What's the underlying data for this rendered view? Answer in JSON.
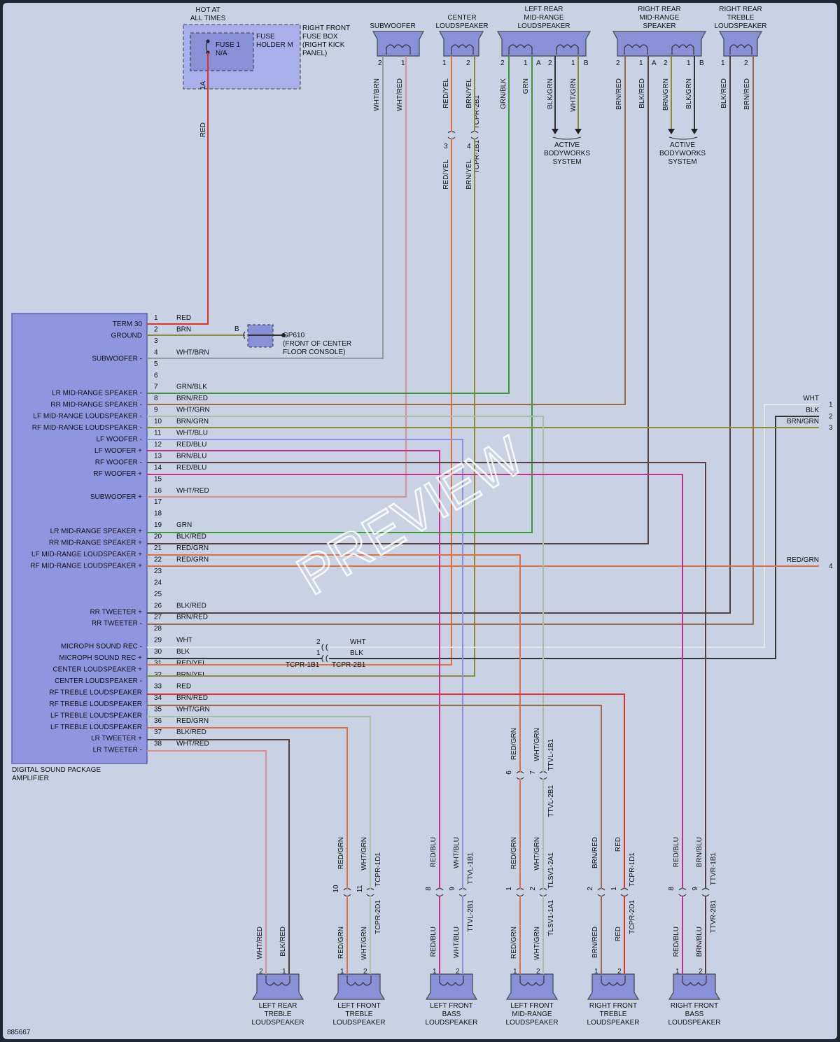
{
  "diagram_id": "885667",
  "watermark": "PREVIEW",
  "power": {
    "hot_at_all_times": [
      "HOT AT",
      "ALL TIMES"
    ],
    "fuse": [
      "FUSE 1",
      "N/A"
    ],
    "fuse_holder": [
      "FUSE",
      "HOLDER M"
    ],
    "fuse_box": [
      "RIGHT FRONT",
      "FUSE BOX",
      "(RIGHT KICK",
      "PANEL)"
    ],
    "fuse_pin": "1A",
    "wire": "RED"
  },
  "ground": {
    "pin": "B",
    "name": [
      "GP610",
      "(FRONT OF CENTER",
      "FLOOR CONSOLE)"
    ]
  },
  "amplifier": {
    "name": [
      "DIGITAL SOUND PACKAGE",
      "AMPLIFIER"
    ],
    "pins": [
      {
        "n": "1",
        "func": "TERM 30",
        "wire": "RED"
      },
      {
        "n": "2",
        "func": "GROUND",
        "wire": "BRN"
      },
      {
        "n": "3",
        "func": "",
        "wire": ""
      },
      {
        "n": "4",
        "func": "SUBWOOFER -",
        "wire": "WHT/BRN"
      },
      {
        "n": "5",
        "func": "",
        "wire": ""
      },
      {
        "n": "6",
        "func": "",
        "wire": ""
      },
      {
        "n": "7",
        "func": "LR MID-RANGE SPEAKER -",
        "wire": "GRN/BLK"
      },
      {
        "n": "8",
        "func": "RR MID-RANGE SPEAKER -",
        "wire": "BRN/RED"
      },
      {
        "n": "9",
        "func": "LF MID-RANGE LOUDSPEAKER -",
        "wire": "WHT/GRN"
      },
      {
        "n": "10",
        "func": "RF MID-RANGE LOUDSPEAKER -",
        "wire": "BRN/GRN"
      },
      {
        "n": "11",
        "func": "LF WOOFER -",
        "wire": "WHT/BLU"
      },
      {
        "n": "12",
        "func": "LF WOOFER +",
        "wire": "RED/BLU"
      },
      {
        "n": "13",
        "func": "RF WOOFER -",
        "wire": "BRN/BLU"
      },
      {
        "n": "14",
        "func": "RF WOOFER +",
        "wire": "RED/BLU"
      },
      {
        "n": "15",
        "func": "",
        "wire": ""
      },
      {
        "n": "16",
        "func": "SUBWOOFER +",
        "wire": "WHT/RED"
      },
      {
        "n": "17",
        "func": "",
        "wire": ""
      },
      {
        "n": "18",
        "func": "",
        "wire": ""
      },
      {
        "n": "19",
        "func": "LR MID-RANGE SPEAKER +",
        "wire": "GRN"
      },
      {
        "n": "20",
        "func": "RR MID-RANGE SPEAKER +",
        "wire": "BLK/RED"
      },
      {
        "n": "21",
        "func": "LF MID-RANGE LOUDSPEAKER +",
        "wire": "RED/GRN"
      },
      {
        "n": "22",
        "func": "RF MID-RANGE LOUDSPEAKER +",
        "wire": "RED/GRN"
      },
      {
        "n": "23",
        "func": "",
        "wire": ""
      },
      {
        "n": "24",
        "func": "",
        "wire": ""
      },
      {
        "n": "25",
        "func": "",
        "wire": ""
      },
      {
        "n": "26",
        "func": "RR TWEETER +",
        "wire": "BLK/RED"
      },
      {
        "n": "27",
        "func": "RR TWEETER -",
        "wire": "BRN/RED"
      },
      {
        "n": "28",
        "func": "",
        "wire": ""
      },
      {
        "n": "29",
        "func": "MICROPH SOUND REC -",
        "wire": "WHT"
      },
      {
        "n": "30",
        "func": "MICROPH SOUND REC +",
        "wire": "BLK"
      },
      {
        "n": "31",
        "func": "CENTER LOUDSPEAKER +",
        "wire": "RED/YEL"
      },
      {
        "n": "32",
        "func": "CENTER LOUDSPEAKER -",
        "wire": "BRN/YEL"
      },
      {
        "n": "33",
        "func": "RF TREBLE LOUDSPEAKER",
        "wire": "RED"
      },
      {
        "n": "34",
        "func": "RF TREBLE LOUDSPEAKER",
        "wire": "BRN/RED"
      },
      {
        "n": "35",
        "func": "LF TREBLE LOUDSPEAKER",
        "wire": "WHT/GRN"
      },
      {
        "n": "36",
        "func": "LF TREBLE LOUDSPEAKER",
        "wire": "RED/GRN"
      },
      {
        "n": "37",
        "func": "LR TWEETER +",
        "wire": "BLK/RED"
      },
      {
        "n": "38",
        "func": "LR TWEETER -",
        "wire": "WHT/RED"
      }
    ]
  },
  "microphone": {
    "connector_pins": [
      "2",
      "1"
    ],
    "wires": [
      "WHT",
      "BLK"
    ],
    "connectors": [
      "TCPR-1B1",
      "TCPR-2B1"
    ],
    "right_wires": [
      "WHT",
      "BLK",
      "BRN/GRN",
      "RED/GRN"
    ],
    "right_pins": [
      "1",
      "2",
      "3",
      "4"
    ]
  },
  "top_speakers": [
    {
      "name": [
        "SUBWOOFER"
      ],
      "pins": [
        "2",
        "1"
      ],
      "wires": [
        "WHT/BRN",
        "WHT/RED"
      ]
    },
    {
      "name": [
        "CENTER",
        "LOUDSPEAKER"
      ],
      "pins": [
        "1",
        "2"
      ],
      "wires": [
        "RED/YEL",
        "BRN/YEL"
      ],
      "conn": [
        "TCPR-2B1",
        "TCPR-1B1"
      ],
      "conn_pins": [
        "3",
        "4"
      ],
      "wires_below": [
        "RED/YEL",
        "BRN/YEL"
      ]
    },
    {
      "name": [
        "LEFT REAR",
        "MID-RANGE",
        "LOUDSPEAKER"
      ],
      "pins": [
        "2",
        "1",
        "A",
        "2",
        "1",
        "B"
      ],
      "wires": [
        "GRN/BLK",
        "GRN",
        "BLK/GRN",
        "WHT/GRN"
      ],
      "dest": [
        "ACTIVE",
        "BODYWORKS",
        "SYSTEM"
      ]
    },
    {
      "name": [
        "RIGHT REAR",
        "MID-RANGE",
        "SPEAKER"
      ],
      "pins": [
        "2",
        "1",
        "A",
        "2",
        "1",
        "B"
      ],
      "wires": [
        "BRN/RED",
        "BLK/RED",
        "BRN/GRN",
        "BLK/GRN"
      ],
      "dest": [
        "ACTIVE",
        "BODYWORKS",
        "SYSTEM"
      ]
    },
    {
      "name": [
        "RIGHT REAR",
        "TREBLE",
        "LOUDSPEAKER"
      ],
      "pins": [
        "1",
        "2"
      ],
      "wires": [
        "BLK/RED",
        "BRN/RED"
      ]
    }
  ],
  "bottom_speakers": [
    {
      "name": [
        "LEFT REAR",
        "TREBLE",
        "LOUDSPEAKER"
      ],
      "pins": [
        "2",
        "1"
      ],
      "wires": [
        "WHT/RED",
        "BLK/RED"
      ]
    },
    {
      "name": [
        "LEFT FRONT",
        "TREBLE",
        "LOUDSPEAKER"
      ],
      "pins": [
        "1",
        "2"
      ],
      "wires_above": [
        "RED/GRN",
        "WHT/GRN"
      ],
      "conn_pins": [
        "10",
        "11"
      ],
      "conn": [
        "TCPR-1D1",
        "TCPR-2D1"
      ],
      "wires": [
        "RED/GRN",
        "WHT/GRN"
      ]
    },
    {
      "name": [
        "LEFT FRONT",
        "BASS",
        "LOUDSPEAKER"
      ],
      "pins": [
        "1",
        "2"
      ],
      "wires_above": [
        "RED/BLU",
        "WHT/BLU"
      ],
      "conn_pins": [
        "8",
        "9"
      ],
      "conn": [
        "TTVL-1B1",
        "TTVL-2B1"
      ],
      "wires": [
        "RED/BLU",
        "WHT/BLU"
      ]
    },
    {
      "name": [
        "LEFT FRONT",
        "MID-RANGE",
        "LOUDSPEAKER"
      ],
      "pins": [
        "1",
        "2"
      ],
      "wires_mid": [
        "RED/GRN",
        "WHT/GRN"
      ],
      "mid_pins": [
        "6",
        "7"
      ],
      "mid_conn": [
        "TTVL-1B1",
        "TTVL-2B1"
      ],
      "wires_above": [
        "RED/GRN",
        "WHT/GRN"
      ],
      "conn_pins": [
        "1",
        "2"
      ],
      "conn": [
        "TLSV1-2A1",
        "TLSV1-1A1"
      ],
      "wires": [
        "RED/GRN",
        "WHT/GRN"
      ]
    },
    {
      "name": [
        "RIGHT FRONT",
        "TREBLE",
        "LOUDSPEAKER"
      ],
      "pins": [
        "1",
        "2"
      ],
      "wires_above": [
        "BRN/RED",
        "RED"
      ],
      "conn_pins": [
        "2",
        "1"
      ],
      "conn": [
        "TCPR-1D1",
        "TCPR-2D1"
      ],
      "wires": [
        "BRN/RED",
        "RED"
      ]
    },
    {
      "name": [
        "RIGHT FRONT",
        "BASS",
        "LOUDSPEAKER"
      ],
      "pins": [
        "1",
        "2"
      ],
      "wires_above": [
        "RED/BLU",
        "BRN/BLU"
      ],
      "conn_pins": [
        "8",
        "9"
      ],
      "conn": [
        "TTVR-1B1",
        "TTVR-2B1"
      ],
      "wires": [
        "RED/BLU",
        "BRN/BLU"
      ]
    }
  ],
  "colors": {
    "red": "#e0302a",
    "brown": "#9c6b45",
    "green": "#3a9a3a",
    "olive": "#8a8a3a",
    "gray": "#999999",
    "white": "#e6e6e6",
    "black": "#333333",
    "lightblue": "#8890d8",
    "magenta": "#c0308a",
    "orange": "#e07040"
  }
}
